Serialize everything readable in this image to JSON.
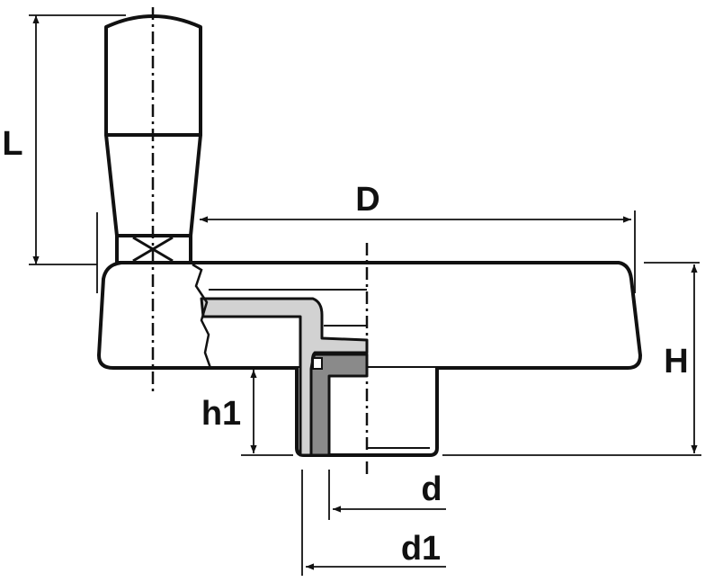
{
  "labels": {
    "L": "L",
    "D": "D",
    "H": "H",
    "h1": "h1",
    "d": "d",
    "d1": "d1"
  },
  "colors": {
    "outline": "#111111",
    "light_section": "#d2d2d2",
    "dark_section": "#8a8a8a",
    "background": "#ffffff"
  }
}
